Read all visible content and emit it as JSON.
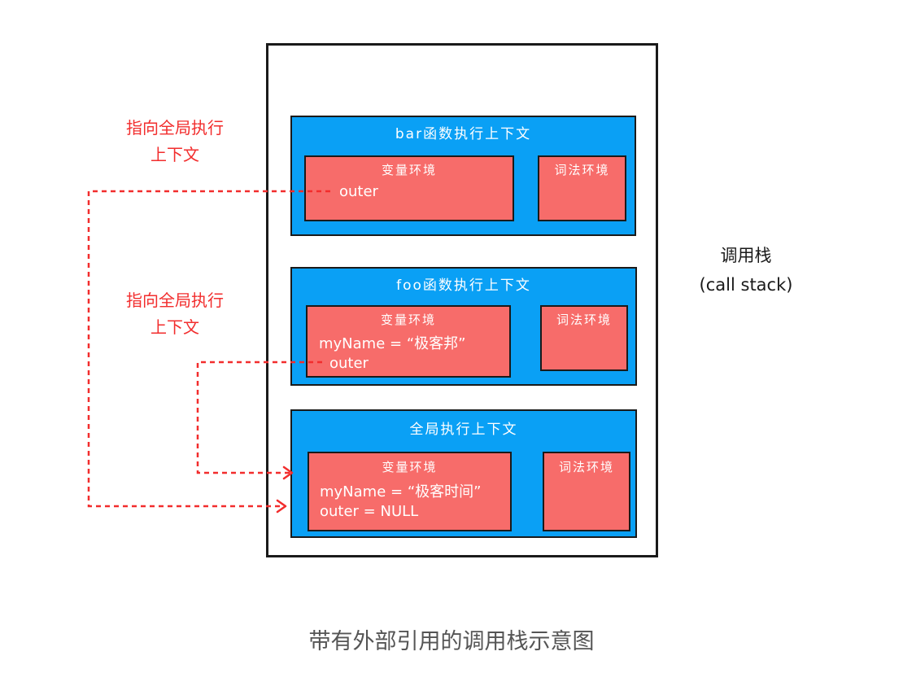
{
  "side_labels": [
    {
      "line1": "指向全局执行",
      "line2": "上下文"
    },
    {
      "line1": "指向全局执行",
      "line2": "上下文"
    }
  ],
  "call_stack_label": {
    "line1": "调用栈",
    "line2": "(call stack)"
  },
  "contexts": {
    "bar": {
      "title": "bar函数执行上下文",
      "variable_env": {
        "title": "变量环境",
        "lines": [
          "outer"
        ]
      },
      "lexical_env": {
        "title": "词法环境"
      }
    },
    "foo": {
      "title": "foo函数执行上下文",
      "variable_env": {
        "title": "变量环境",
        "lines": [
          "myName = “极客邦”",
          "outer"
        ]
      },
      "lexical_env": {
        "title": "词法环境"
      }
    },
    "global": {
      "title": "全局执行上下文",
      "variable_env": {
        "title": "变量环境",
        "lines": [
          "myName = “极客时间”",
          "outer = NULL"
        ]
      },
      "lexical_env": {
        "title": "词法环境"
      }
    }
  },
  "caption": "带有外部引用的调用栈示意图",
  "colors": {
    "context_fill": "#0aa0f5",
    "env_fill": "#f76c6a",
    "pointer": "#f22d2d",
    "frame": "#1a1a1a"
  }
}
